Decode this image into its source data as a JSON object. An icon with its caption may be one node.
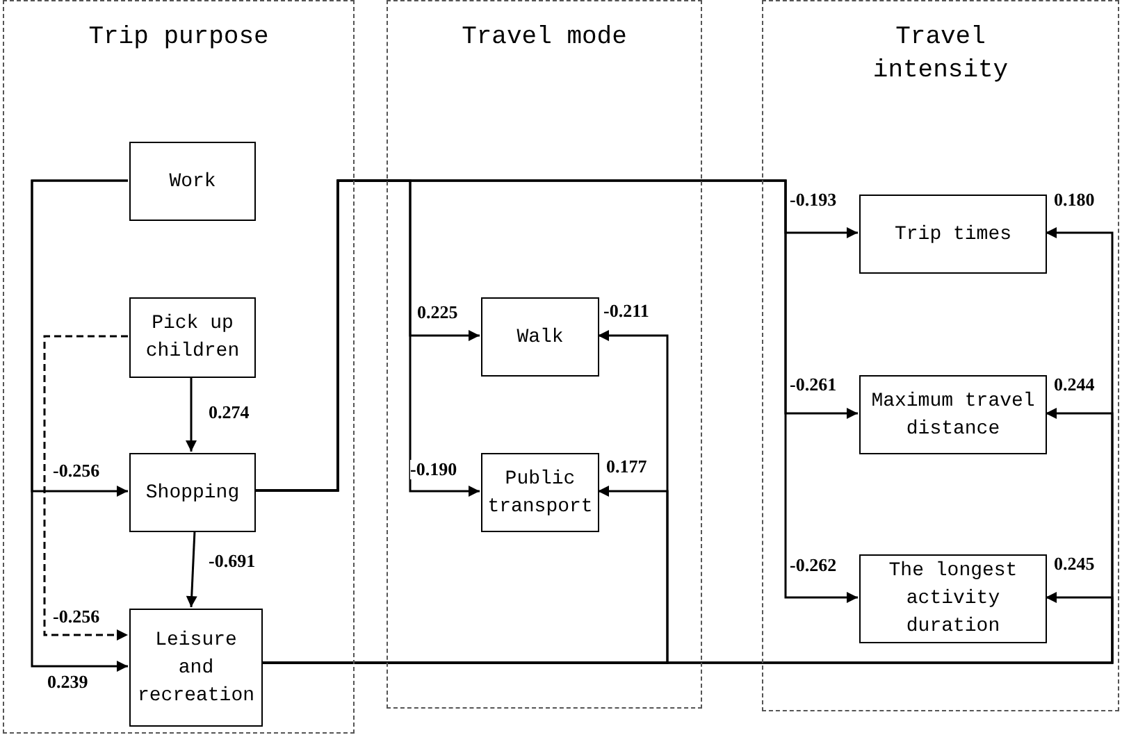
{
  "diagram": {
    "nodes": [
      {
        "text": [
          "Trip purpose"
        ]
      },
      {
        "text": [
          "Work"
        ],
        "in": 0
      },
      {
        "text": [
          "Pick up children"
        ],
        "in": 0
      },
      {
        "text": [
          "Shopping"
        ],
        "in": 0
      },
      {
        "text": [
          "Leisure and recreation"
        ],
        "in": 0
      },
      {
        "text": [
          "Travel mode"
        ]
      },
      {
        "text": [
          "Walk"
        ],
        "in": 5
      },
      {
        "text": [
          "Public transport"
        ],
        "in": 5
      },
      {
        "text": [
          "Travel intensity"
        ]
      },
      {
        "text": [
          "Trip times"
        ],
        "in": 8
      },
      {
        "text": [
          "Maximum travel distance"
        ],
        "in": 8
      },
      {
        "text": [
          "The longest activity duration"
        ],
        "in": 8
      }
    ],
    "edges": [
      {
        "from": 1,
        "to": 3,
        "arrow": "to",
        "label": "-0.256"
      },
      {
        "from": 1,
        "to": 4,
        "arrow": "to",
        "label": "0.239"
      },
      {
        "from": 2,
        "to": 3,
        "arrow": "to",
        "label": "0.274"
      },
      {
        "from": 2,
        "to": 4,
        "arrow": "to",
        "label": "-0.256",
        "style": "dashed"
      },
      {
        "from": 3,
        "to": 4,
        "arrow": "to",
        "label": "-0.691"
      },
      {
        "from": 3,
        "to": 6,
        "arrow": "to",
        "label": "0.225"
      },
      {
        "from": 3,
        "to": 7,
        "arrow": "to",
        "label": "-0.190"
      },
      {
        "from": 3,
        "to": 9,
        "arrow": "to",
        "label": "-0.193"
      },
      {
        "from": 3,
        "to": 10,
        "arrow": "to",
        "label": "-0.261"
      },
      {
        "from": 3,
        "to": 11,
        "arrow": "to",
        "label": "-0.262"
      },
      {
        "from": 4,
        "to": 6,
        "arrow": "to",
        "label": "-0.211"
      },
      {
        "from": 4,
        "to": 7,
        "arrow": "to",
        "label": "0.177"
      },
      {
        "from": 4,
        "to": 9,
        "arrow": "to",
        "label": "0.180"
      },
      {
        "from": 4,
        "to": 10,
        "arrow": "to",
        "label": "0.244"
      },
      {
        "from": 4,
        "to": 11,
        "arrow": "to",
        "label": "0.245"
      }
    ]
  }
}
